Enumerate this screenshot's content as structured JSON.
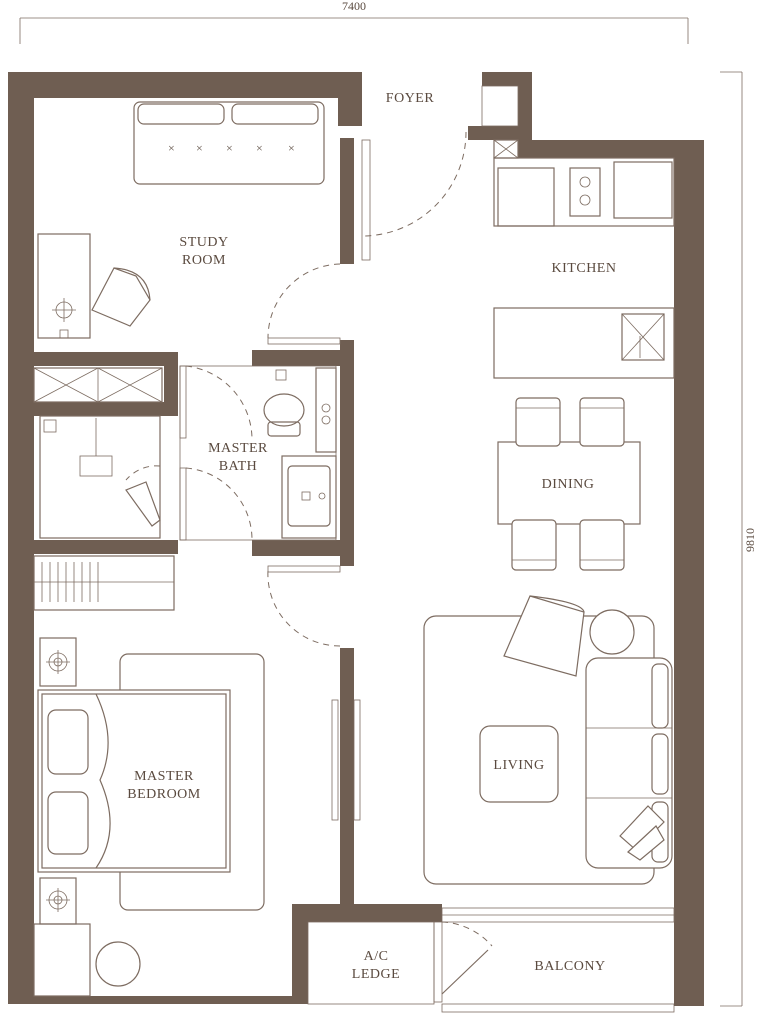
{
  "dimensions": {
    "width": "7400",
    "height": "9810"
  },
  "rooms": {
    "foyer": "FOYER",
    "study": [
      "STUDY",
      "ROOM"
    ],
    "kitchen": "KITCHEN",
    "master_bath": [
      "MASTER",
      "BATH"
    ],
    "dining": "DINING",
    "living": "LIVING",
    "master_bedroom": [
      "MASTER",
      "BEDROOM"
    ],
    "ac_ledge": [
      "A/C",
      "LEDGE"
    ],
    "balcony": "BALCONY"
  },
  "colors": {
    "wall": "#6f5e52",
    "line": "#7d6c61",
    "text": "#5a4a3f"
  }
}
